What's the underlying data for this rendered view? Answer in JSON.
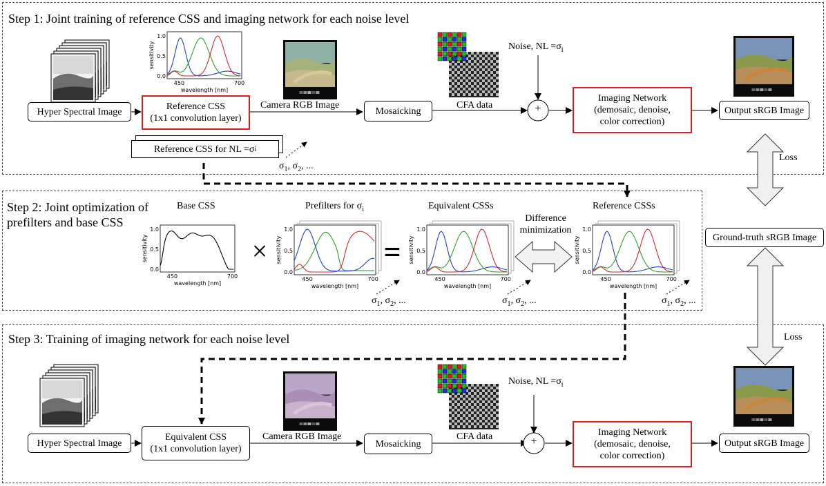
{
  "step1": {
    "title": "Step 1: Joint training of reference CSS and imaging network for each noise level",
    "hsi": "Hyper Spectral Image",
    "ref_css_l1": "Reference CSS",
    "ref_css_l2": "(1x1 convolution layer)",
    "ref_nl_base": "Reference CSS for NL =σ",
    "ref_nl_sub": "i",
    "camera_rgb": "Camera RGB Image",
    "mosaicking": "Mosaicking",
    "cfa": "CFA data",
    "noise_base": "Noise, NL =σ",
    "noise_sub": "i",
    "imaging_title": "Imaging Network",
    "imaging_l2": "(demosaic, denoise,",
    "imaging_l3": "color correction)",
    "output": "Output sRGB Image",
    "sigma_a": "σ",
    "sigma_a_sub": "1",
    "sigma_b": ", σ",
    "sigma_b_sub": "2",
    "sigma_c": ", ...",
    "plus": "+"
  },
  "loss_top": "Loss",
  "loss_bottom": "Loss",
  "ground_truth": "Ground-truth sRGB Image",
  "step2": {
    "title_l1": "Step 2: Joint optimization of",
    "title_l2": "prefilters and base CSS",
    "base_css": "Base CSS",
    "prefilters_base": "Prefilters for σ",
    "prefilters_sub": "i",
    "equivalent_css": "Equivalent CSSs",
    "difference_l1": "Difference",
    "difference_l2": "minimization",
    "reference_css": "Reference CSSs",
    "times": "×",
    "equals": "="
  },
  "step3": {
    "title": "Step 3: Training of imaging network for each noise level",
    "hsi": "Hyper Spectral Image",
    "eq_css_l1": "Equivalent CSS",
    "eq_css_l2": "(1x1 convolution layer)",
    "camera_rgb": "Camera RGB Image",
    "mosaicking": "Mosaicking",
    "cfa": "CFA data",
    "noise_base": "Noise, NL =σ",
    "noise_sub": "i",
    "imaging_title": "Imaging Network",
    "imaging_l2": "(demosaic, denoise,",
    "imaging_l3": "color correction)",
    "output": "Output sRGB Image",
    "plus": "+"
  },
  "plot": {
    "xlabel": "wavelength [nm]",
    "ylabel": "sensitivity",
    "xtick_450": "450",
    "xtick_700": "700",
    "ytick_0": "0.0",
    "ytick_05": "0.5",
    "ytick_1": "1.0"
  },
  "colors": {
    "red_border": "#e01b1b",
    "curve_red": "#d62728",
    "curve_green": "#2ca02c",
    "curve_blue": "#1f3fd4"
  }
}
